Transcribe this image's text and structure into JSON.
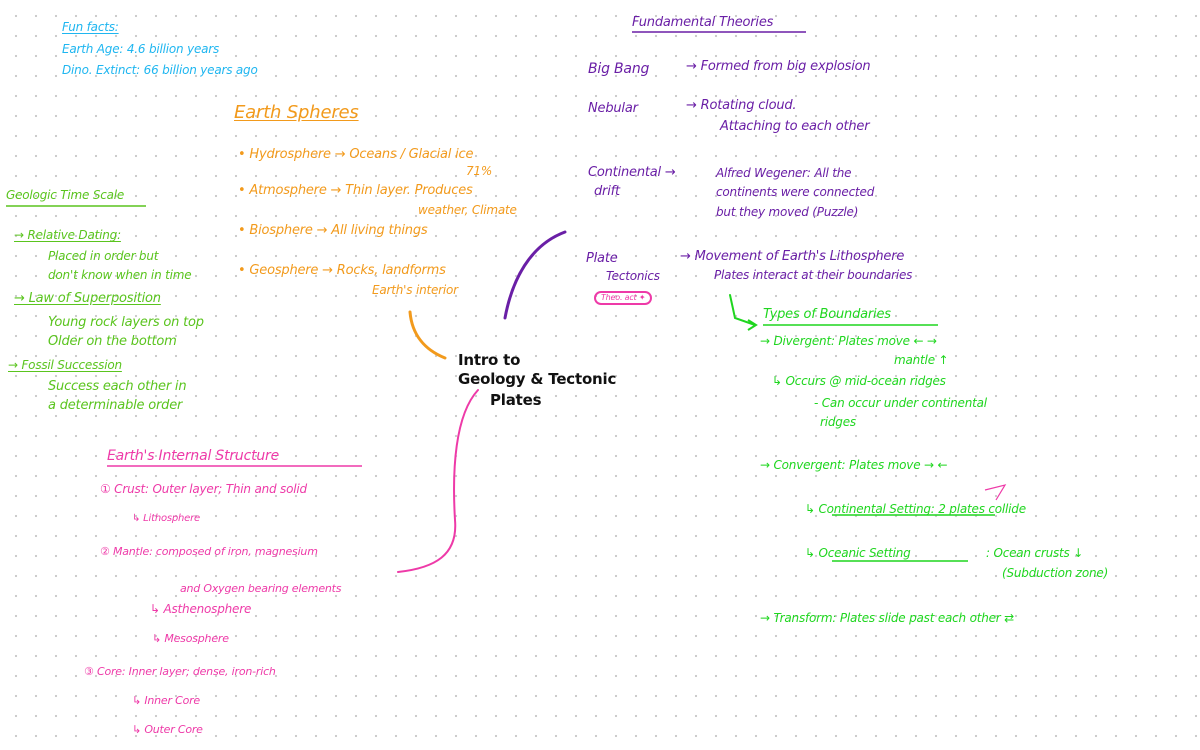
{
  "fun_facts": {
    "title": "Fun facts:",
    "earth_age": "Earth Age: 4.6 billion years",
    "dino": "Dino. Extinct: 66 billion years ago"
  },
  "center": {
    "line1": "Intro to",
    "line2": "Geology & Tectonic",
    "line3": "Plates"
  },
  "spheres": {
    "title": "Earth Spheres",
    "hydro": "• Hydrosphere → Oceans / Glacial ice",
    "hydro_pct": "71%",
    "atmo": "• Atmosphere → Thin layer. Produces",
    "atmo2": "weather, Climate",
    "bio": "• Biosphere → All living things",
    "geo": "• Geosphere → Rocks, landforms",
    "geo2": "Earth's interior"
  },
  "timescale": {
    "title": "Geologic Time Scale",
    "relative": "→ Relative Dating:",
    "relative_1": "Placed in order but",
    "relative_2": "don't know when in time",
    "superposition": "→ Law of Superposition",
    "superposition_1": "Young rock layers on top",
    "superposition_2": "Older on the bottom",
    "fossil": "→ Fossil Succession",
    "fossil_1": "Success each other in",
    "fossil_2": "a determinable order"
  },
  "structure": {
    "title": "Earth's Internal Structure",
    "crust": "① Crust: Outer layer; Thin and solid",
    "crust_sub": "↳ Lithosphere",
    "mantle": "② Mantle: composed of iron, magnesium",
    "mantle_2": "and Oxygen bearing elements",
    "mantle_sub1": "↳ Asthenosphere",
    "mantle_sub2": "↳ Mesosphere",
    "core": "③ Core: Inner layer; dense, iron-rich",
    "core_sub1": "↳ Inner Core",
    "core_sub2": "↳ Outer Core"
  },
  "theories": {
    "title": "Fundamental Theories",
    "bigbang": "Big Bang",
    "bigbang_desc": "→ Formed from big explosion",
    "nebular": "Nebular",
    "nebular_desc": "→ Rotating cloud.",
    "nebular_desc2": "Attaching to each other",
    "drift": "Continental →",
    "drift2": "drift",
    "drift_desc": "Alfred Wegener: All the",
    "drift_desc2": "continents were connected",
    "drift_desc3": "but they moved (Puzzle)",
    "plate": "Plate",
    "plate2": "Tectonics",
    "plate_desc": "→ Movement of Earth's Lithosphere",
    "plate_desc2": "Plates interact at their boundaries",
    "tag": "Theo. act ✦"
  },
  "boundaries": {
    "title": "Types of Boundaries",
    "divergent": "→ Divergent: Plates move ← →",
    "divergent_2": "mantle ↑",
    "divergent_3": "↳ Occurs @ mid-ocean ridges",
    "divergent_4": "- Can occur under continental",
    "divergent_5": "ridges",
    "convergent": "→ Convergent: Plates move → ←",
    "continental": "↳ Continental Setting: 2 plates collide",
    "oceanic": "↳ Oceanic Setting",
    "oceanic_desc": ": Ocean crusts ↓",
    "oceanic_desc2": "(Subduction zone)",
    "transform": "→ Transform: Plates slide past each other ⇄"
  },
  "colors": {
    "fun_facts": "#1fb6f0",
    "spheres": "#f29a1c",
    "timescale": "#5ac41e",
    "theories": "#6a1fa6",
    "boundaries": "#1fd61f",
    "structure": "#ee3aa8",
    "center": "#111111"
  }
}
